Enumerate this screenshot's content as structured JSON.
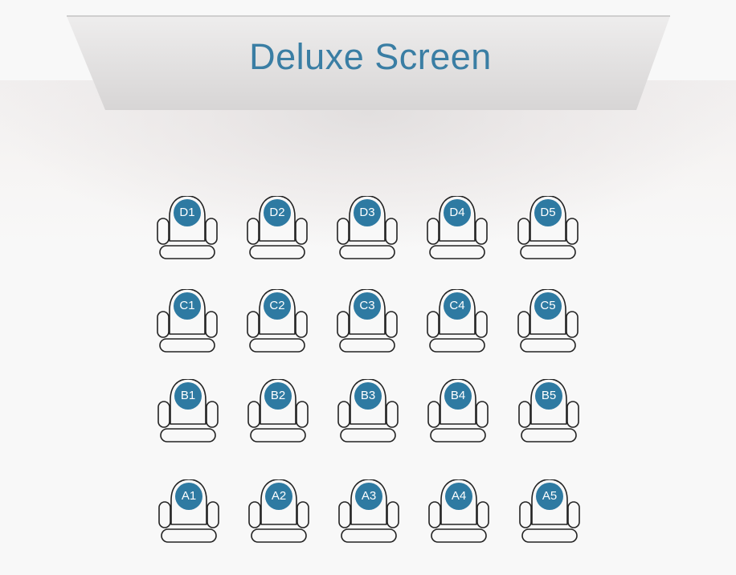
{
  "screen": {
    "title": "Deluxe Screen"
  },
  "colors": {
    "accent": "#3a7ea4",
    "seat_badge": "#2e7aa2",
    "seat_outline": "#222222",
    "background": "#f8f8f8"
  },
  "icons": {
    "seat": "armchair-icon"
  },
  "rows": [
    {
      "row": "D",
      "seats": [
        "D1",
        "D2",
        "D3",
        "D4",
        "D5"
      ]
    },
    {
      "row": "C",
      "seats": [
        "C1",
        "C2",
        "C3",
        "C4",
        "C5"
      ]
    },
    {
      "row": "B",
      "seats": [
        "B1",
        "B2",
        "B3",
        "B4",
        "B5"
      ]
    },
    {
      "row": "A",
      "seats": [
        "A1",
        "A2",
        "A3",
        "A4",
        "A5"
      ]
    }
  ]
}
